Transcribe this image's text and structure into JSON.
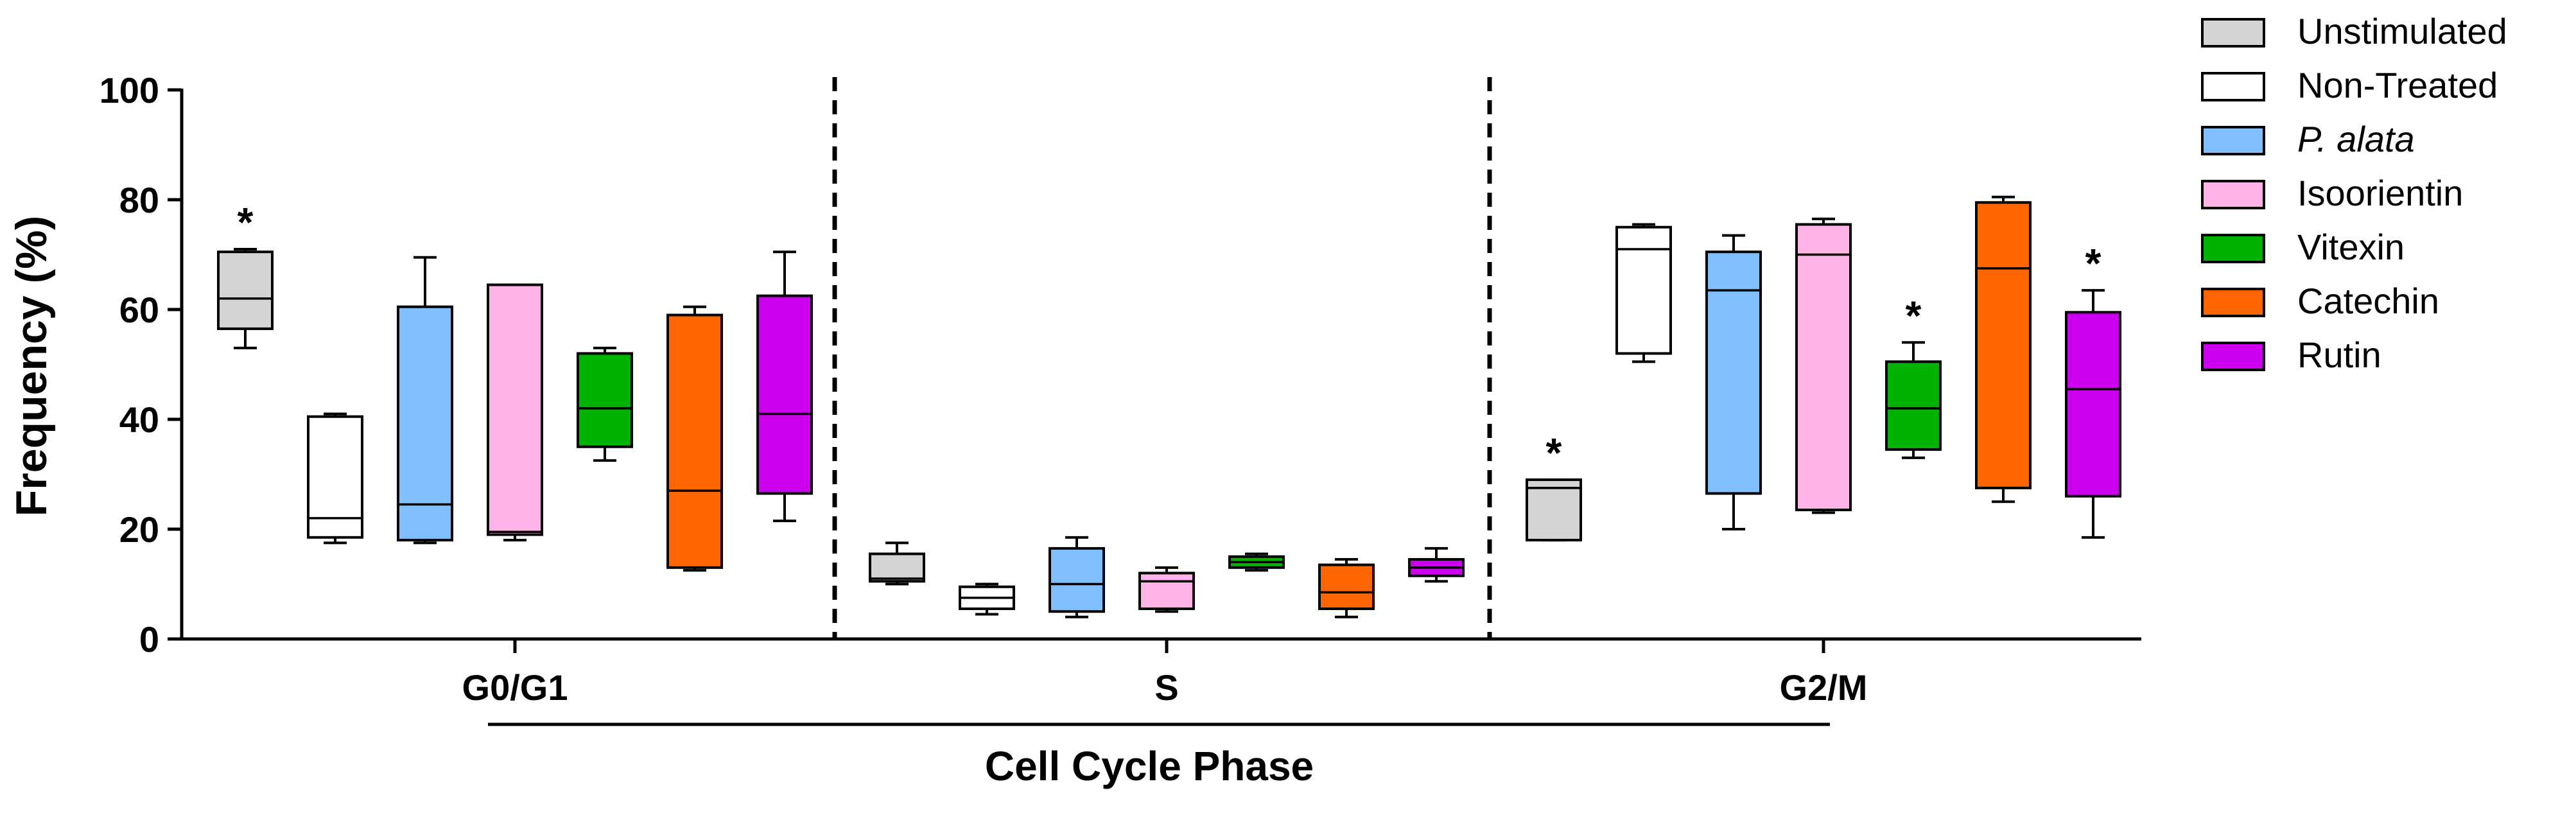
{
  "chart_data": {
    "type": "box",
    "ylabel": "Frequency (%)",
    "xlabel": "Cell Cycle Phase",
    "ylim": [
      0,
      100
    ],
    "yticks": [
      0,
      20,
      40,
      60,
      80,
      100
    ],
    "grid": false,
    "legend_position": "right",
    "categories": [
      "G0/G1",
      "S",
      "G2/M"
    ],
    "series": [
      {
        "name": "Unstimulated",
        "italic": false,
        "color": "#d4d4d4",
        "boxes": [
          {
            "min": 53,
            "q1": 56.5,
            "median": 62,
            "q3": 70.5,
            "max": 71,
            "significant": true
          },
          {
            "min": 10,
            "q1": 10.5,
            "median": 11,
            "q3": 15.5,
            "max": 17.5,
            "significant": false
          },
          {
            "min": 18,
            "q1": 18,
            "median": 27.5,
            "q3": 29,
            "max": 29,
            "significant": true
          }
        ]
      },
      {
        "name": "Non-Treated",
        "italic": false,
        "color": "#ffffff",
        "boxes": [
          {
            "min": 17.5,
            "q1": 18.5,
            "median": 22,
            "q3": 40.5,
            "max": 41,
            "significant": false
          },
          {
            "min": 4.5,
            "q1": 5.5,
            "median": 7.5,
            "q3": 9.5,
            "max": 10,
            "significant": false
          },
          {
            "min": 50.5,
            "q1": 52,
            "median": 71,
            "q3": 75,
            "max": 75.5,
            "significant": false
          }
        ]
      },
      {
        "name": "P. alata",
        "italic": true,
        "color": "#7fbfff",
        "boxes": [
          {
            "min": 17.5,
            "q1": 18,
            "median": 24.5,
            "q3": 60.5,
            "max": 69.5,
            "significant": false
          },
          {
            "min": 4,
            "q1": 5,
            "median": 10,
            "q3": 16.5,
            "max": 18.5,
            "significant": false
          },
          {
            "min": 20,
            "q1": 26.5,
            "median": 63.5,
            "q3": 70.5,
            "max": 73.5,
            "significant": false
          }
        ]
      },
      {
        "name": "Isoorientin",
        "italic": false,
        "color": "#ffb3e6",
        "boxes": [
          {
            "min": 18,
            "q1": 19,
            "median": 19.5,
            "q3": 64.5,
            "max": 64.5,
            "significant": false
          },
          {
            "min": 5,
            "q1": 5.5,
            "median": 10.5,
            "q3": 12,
            "max": 13,
            "significant": false
          },
          {
            "min": 23,
            "q1": 23.5,
            "median": 70,
            "q3": 75.5,
            "max": 76.5,
            "significant": false
          }
        ]
      },
      {
        "name": "Vitexin",
        "italic": false,
        "color": "#00b300",
        "boxes": [
          {
            "min": 32.5,
            "q1": 35,
            "median": 42,
            "q3": 52,
            "max": 53,
            "significant": false
          },
          {
            "min": 12.5,
            "q1": 13,
            "median": 14,
            "q3": 15,
            "max": 15.5,
            "significant": false
          },
          {
            "min": 33,
            "q1": 34.5,
            "median": 42,
            "q3": 50.5,
            "max": 54,
            "significant": true
          }
        ]
      },
      {
        "name": "Catechin",
        "italic": false,
        "color": "#ff6600",
        "boxes": [
          {
            "min": 12.5,
            "q1": 13,
            "median": 27,
            "q3": 59,
            "max": 60.5,
            "significant": false
          },
          {
            "min": 4,
            "q1": 5.5,
            "median": 8.5,
            "q3": 13.5,
            "max": 14.5,
            "significant": false
          },
          {
            "min": 25,
            "q1": 27.5,
            "median": 67.5,
            "q3": 79.5,
            "max": 80.5,
            "significant": false
          }
        ]
      },
      {
        "name": "Rutin",
        "italic": false,
        "color": "#cc00ee",
        "boxes": [
          {
            "min": 21.5,
            "q1": 26.5,
            "median": 41,
            "q3": 62.5,
            "max": 70.5,
            "significant": false
          },
          {
            "min": 10.5,
            "q1": 11.5,
            "median": 13,
            "q3": 14.5,
            "max": 16.5,
            "significant": false
          },
          {
            "min": 18.5,
            "q1": 26,
            "median": 45.5,
            "q3": 59.5,
            "max": 63.5,
            "significant": true
          }
        ]
      }
    ],
    "significance_marker": "*"
  }
}
